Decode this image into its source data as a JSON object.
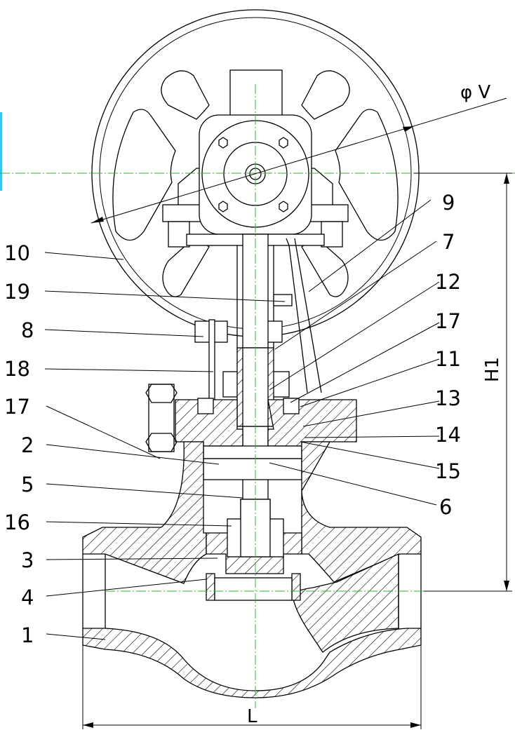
{
  "part_labels": {
    "l1": "1",
    "l2": "2",
    "l3": "3",
    "l4": "4",
    "l5": "5",
    "l6": "6",
    "l7": "7",
    "l8": "8",
    "l9": "9",
    "l10": "10",
    "l11": "11",
    "l12": "12",
    "l13": "13",
    "l14": "14",
    "l15": "15",
    "l16": "16",
    "l17a": "17",
    "l17b": "17",
    "l18": "18",
    "l19": "19"
  },
  "dimensions": {
    "diameter": "φ V",
    "height": "H1",
    "length": "L"
  },
  "colors": {
    "centerline": "#2db52d",
    "accent_bar": "#35c6f0",
    "line": "#000000"
  }
}
